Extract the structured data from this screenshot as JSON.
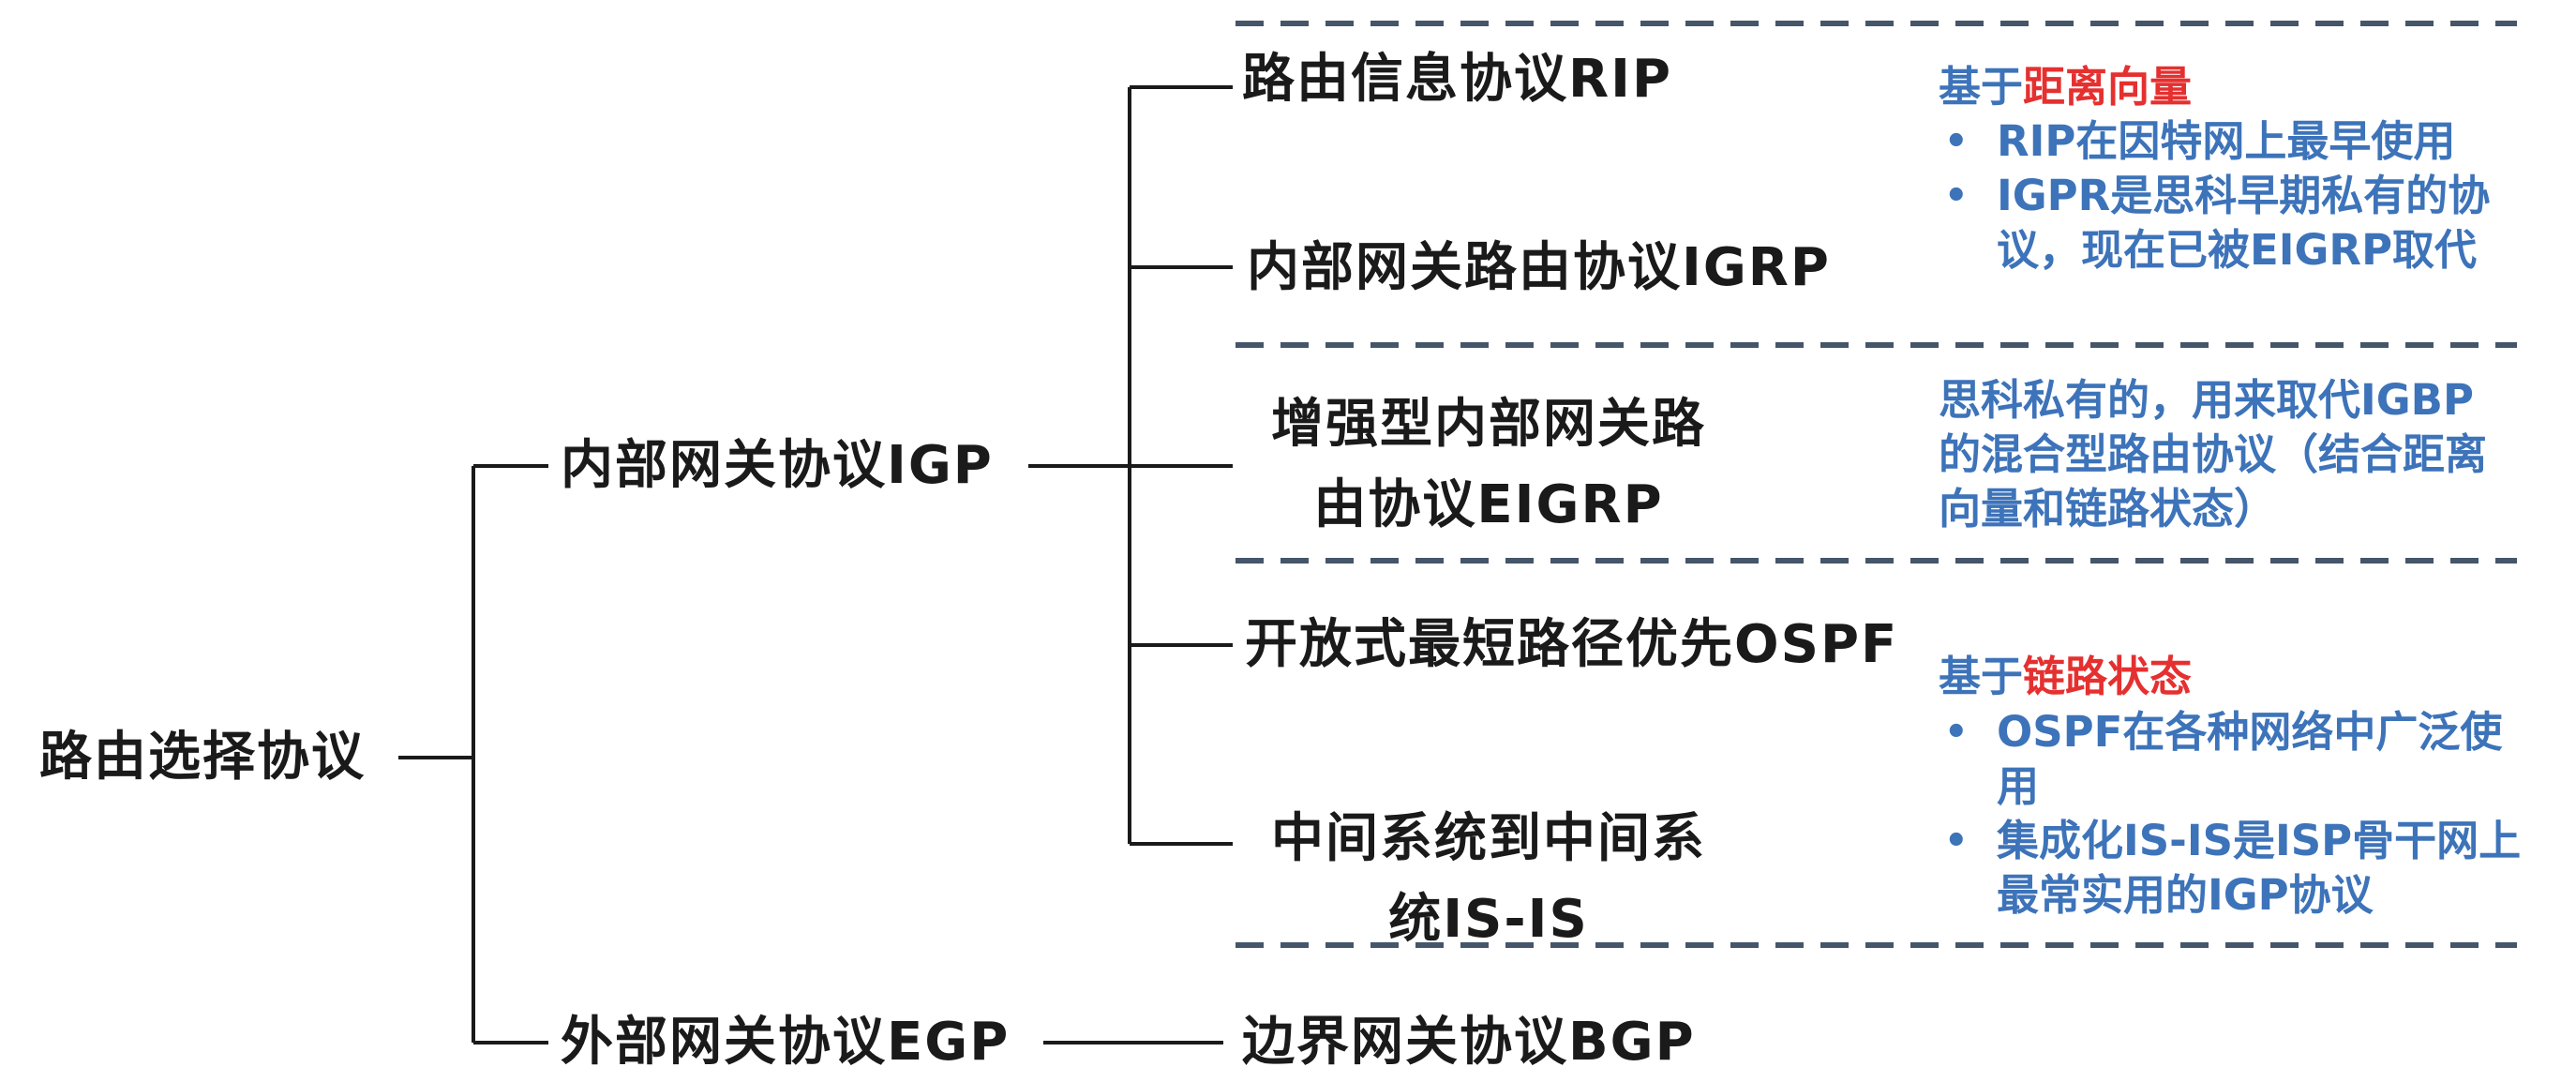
{
  "root": "路由选择协议",
  "igp": {
    "label": "内部网关协议IGP",
    "protocols": [
      "路由信息协议RIP",
      "内部网关路由协议IGRP",
      "增强型内部网关路",
      "由协议EIGRP",
      "开放式最短路径优先OSPF",
      "中间系统到中间系",
      "统IS-IS"
    ]
  },
  "egp": {
    "label": "外部网关协议EGP",
    "protocol": "边界网关协议BGP"
  },
  "notes": {
    "distance_vector": {
      "prefix": "基于",
      "highlight": "距离向量",
      "bullets": [
        "RIP在因特网上最早使用",
        "IGPR是思科早期私有的协",
        "议，现在已被EIGRP取代"
      ]
    },
    "eigrp": {
      "lines": [
        "思科私有的，用来取代IGBP",
        "的混合型路由协议（结合距离",
        "向量和链路状态）"
      ]
    },
    "link_state": {
      "prefix": "基于",
      "highlight": "链路状态",
      "bullets": [
        "OSPF在各种网络中广泛使",
        "用",
        "集成化IS-IS是ISP骨干网上",
        "最常实用的IGP协议"
      ]
    }
  },
  "colors": {
    "line": "#1a1a1a",
    "dash": "#45556a",
    "note": "#3d73b9",
    "highlight": "#e53030"
  }
}
